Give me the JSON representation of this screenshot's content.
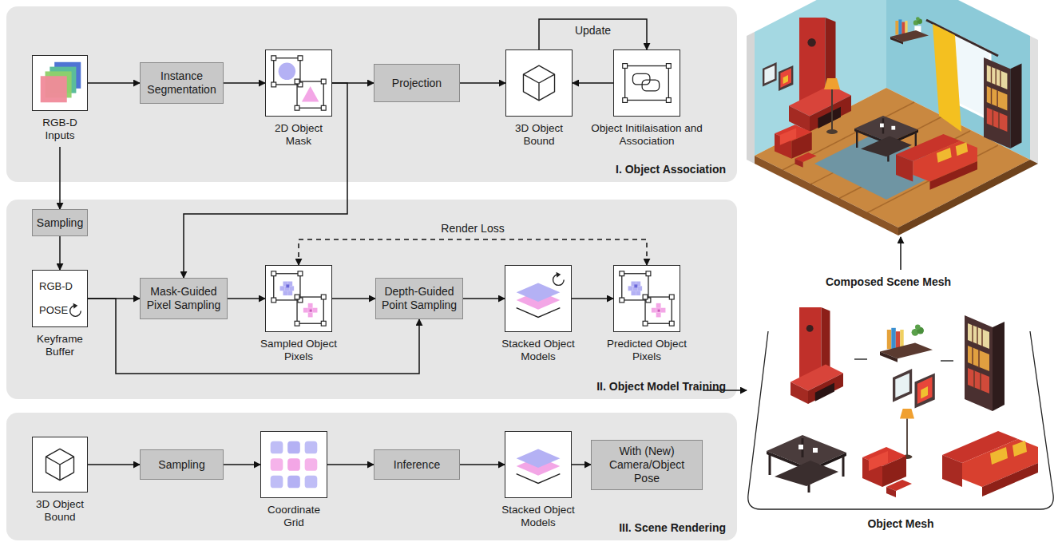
{
  "diagram": {
    "nodes": [
      {
        "text": [
          "I. Object Association"
        ]
      },
      {
        "text": [
          "RGB-D Inputs"
        ],
        "in": 0
      },
      {
        "text": [
          "Instance Segmentation"
        ],
        "in": 0
      },
      {
        "text": [
          "2D Object Mask"
        ],
        "in": 0
      },
      {
        "text": [
          "Projection"
        ],
        "in": 0
      },
      {
        "text": [
          "3D Object Bound"
        ],
        "in": 0
      },
      {
        "text": [
          "Object Initilaisation and Association"
        ],
        "in": 0
      },
      {
        "text": [
          "II. Object Model Training"
        ]
      },
      {
        "text": [
          "Sampling"
        ],
        "in": 7
      },
      {
        "text": [
          "RGB-D",
          "POSE",
          "Keyframe Buffer"
        ],
        "in": 7
      },
      {
        "text": [
          "Mask-Guided Pixel Sampling"
        ],
        "in": 7
      },
      {
        "text": [
          "Sampled Object Pixels"
        ],
        "in": 7
      },
      {
        "text": [
          "Depth-Guided Point Sampling"
        ],
        "in": 7
      },
      {
        "text": [
          "Stacked Object Models"
        ],
        "in": 7
      },
      {
        "text": [
          "Predicted Object Pixels"
        ],
        "in": 7
      },
      {
        "text": [
          "III. Scene Rendering"
        ]
      },
      {
        "text": [
          "3D Object Bound"
        ],
        "in": 15
      },
      {
        "text": [
          "Sampling"
        ],
        "in": 15
      },
      {
        "text": [
          "Coordinate Grid"
        ],
        "in": 15
      },
      {
        "text": [
          "Inference"
        ],
        "in": 15
      },
      {
        "text": [
          "Stacked Object Models"
        ],
        "in": 15
      },
      {
        "text": [
          "With (New) Camera/Object Pose"
        ],
        "in": 15
      },
      {
        "text": [
          "Composed Scene Mesh"
        ]
      },
      {
        "text": [
          "Object Mesh"
        ]
      }
    ],
    "edges": [
      {
        "from": 1,
        "to": 2,
        "arrow": "to"
      },
      {
        "from": 2,
        "to": 3,
        "arrow": "to"
      },
      {
        "from": 3,
        "to": 4,
        "arrow": "to"
      },
      {
        "from": 4,
        "to": 5,
        "arrow": "to"
      },
      {
        "from": 6,
        "to": 5,
        "arrow": "to"
      },
      {
        "from": 5,
        "to": 6,
        "label": "Update",
        "arrow": "to"
      },
      {
        "from": 1,
        "to": 8,
        "arrow": "to"
      },
      {
        "from": 8,
        "to": 9,
        "arrow": "to"
      },
      {
        "from": 3,
        "to": 10,
        "arrow": "to"
      },
      {
        "from": 9,
        "to": 10,
        "arrow": "to"
      },
      {
        "from": 10,
        "to": 11,
        "arrow": "to"
      },
      {
        "from": 11,
        "to": 12,
        "arrow": "to"
      },
      {
        "from": 9,
        "to": 12,
        "arrow": "to"
      },
      {
        "from": 12,
        "to": 13,
        "arrow": "to"
      },
      {
        "from": 13,
        "to": 14,
        "arrow": "to"
      },
      {
        "from": 14,
        "to": 11,
        "label": "Render Loss",
        "arrow": "both"
      },
      {
        "from": 16,
        "to": 17,
        "arrow": "to"
      },
      {
        "from": 17,
        "to": 18,
        "arrow": "to"
      },
      {
        "from": 18,
        "to": 19,
        "arrow": "to"
      },
      {
        "from": 19,
        "to": 20,
        "arrow": "to"
      },
      {
        "from": 20,
        "to": 21,
        "arrow": "to"
      },
      {
        "from": 21,
        "to": 23,
        "arrow": "to"
      },
      {
        "from": 23,
        "to": 22,
        "arrow": "to"
      }
    ]
  }
}
